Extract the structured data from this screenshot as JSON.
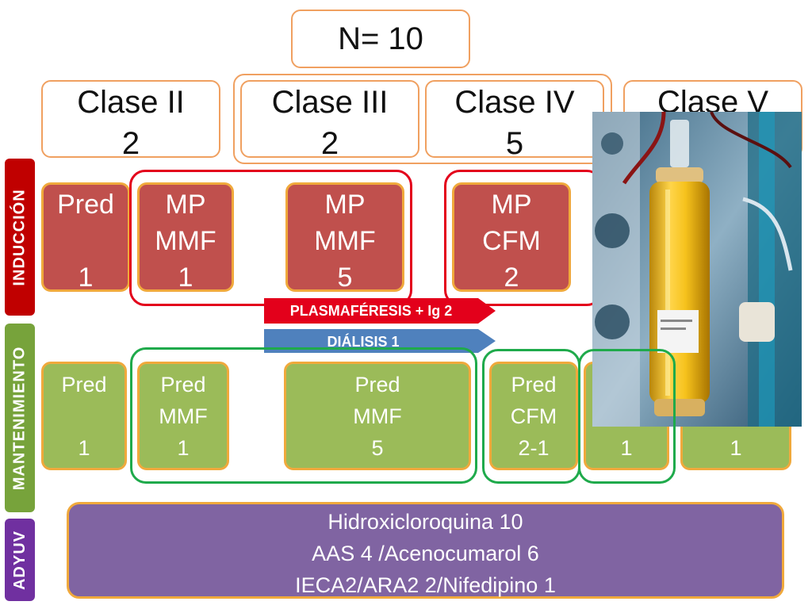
{
  "total": "N= 10",
  "classes": [
    {
      "title": "Clase II",
      "n": "2"
    },
    {
      "title": "Clase III",
      "n": "2"
    },
    {
      "title": "Clase IV",
      "n": "5"
    },
    {
      "title": "Clase V",
      "n": ""
    }
  ],
  "side_labels": {
    "induction": "INDUCCIÓN",
    "maintenance": "MANTENIMIENTO",
    "adjuvant": "ADYUV"
  },
  "induction": [
    {
      "l1": "Pred",
      "l2": "",
      "n": "1"
    },
    {
      "l1": "MP",
      "l2": "MMF",
      "n": "1"
    },
    {
      "l1": "MP",
      "l2": "MMF",
      "n": "5"
    },
    {
      "l1": "MP",
      "l2": "CFM",
      "n": "2"
    }
  ],
  "arrows": {
    "plasma": "PLASMAFÉRESIS  + Ig  2",
    "dialysis": "DIÁLISIS   1"
  },
  "maintenance": [
    {
      "l1": "Pred",
      "l2": "",
      "n": "1"
    },
    {
      "l1": "Pred",
      "l2": "MMF",
      "n": "1"
    },
    {
      "l1": "Pred",
      "l2": "MMF",
      "n": "5"
    },
    {
      "l1": "Pred",
      "l2": "CFM",
      "n": "2-1"
    },
    {
      "l1": "",
      "l2": "",
      "n": "1"
    },
    {
      "l1": "",
      "l2": "",
      "n": "1"
    }
  ],
  "adjuvant": [
    "Hidroxicloroquina  10",
    "AAS 4 /Acenocumarol 6",
    "IECA2/ARA2 2/Nifedipino 1"
  ],
  "colors": {
    "induction_fill": "#c0504d",
    "maintenance_fill": "#9bbb59",
    "adjuvant_fill": "#8064a2",
    "box_border": "#f0a93c",
    "red_outline": "#e3001b",
    "green_outline": "#1faa4b",
    "plasma_arrow": "#e3001b",
    "dialysis_arrow": "#4f81bd"
  }
}
